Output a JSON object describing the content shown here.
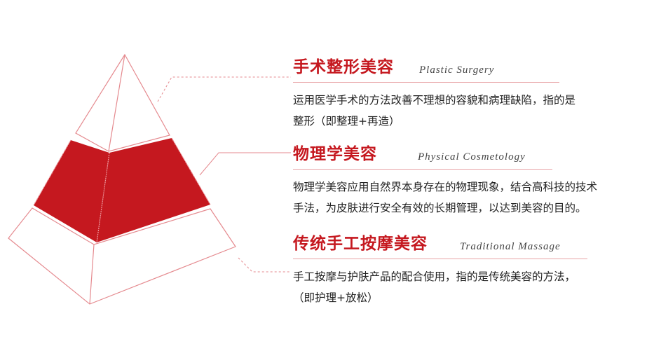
{
  "colors": {
    "accent": "#c5181f",
    "line": "#e58a8f",
    "text": "#222222"
  },
  "levels": [
    {
      "title_cn": "手术整形美容",
      "title_en": "Plastic Surgery",
      "desc_lines": [
        "运用医学手术的方法改善不理想的容貌和病理缺陷，指的是",
        "整形（即整理+再造）"
      ]
    },
    {
      "title_cn": "物理学美容",
      "title_en": "Physical Cosmetology",
      "desc_lines": [
        "物理学美容应用自然界本身存在的物理现象，结合高科技的技术",
        "手法，为皮肤进行安全有效的长期管理，以达到美容的目的。"
      ]
    },
    {
      "title_cn": "传统手工按摩美容",
      "title_en": "Traditional Massage",
      "desc_lines": [
        "手工按摩与护肤产品的配合使用，指的是传统美容的方法，",
        "（即护理+放松）"
      ]
    }
  ]
}
